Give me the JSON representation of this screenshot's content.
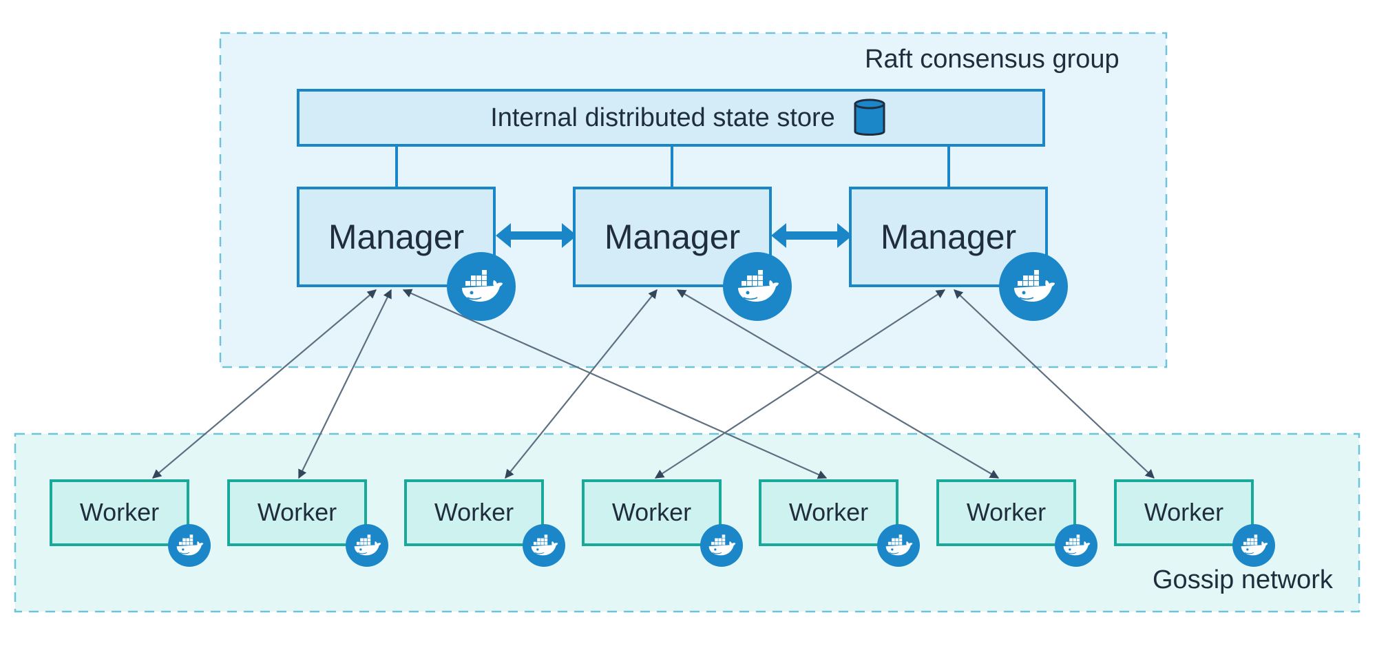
{
  "groups": {
    "raft_label": "Raft consensus group",
    "gossip_label": "Gossip network"
  },
  "state_store": {
    "label": "Internal distributed state store",
    "icon": "database-icon"
  },
  "managers": [
    {
      "label": "Manager",
      "icon": "docker-whale-icon"
    },
    {
      "label": "Manager",
      "icon": "docker-whale-icon"
    },
    {
      "label": "Manager",
      "icon": "docker-whale-icon"
    }
  ],
  "workers": [
    {
      "label": "Worker",
      "icon": "docker-whale-icon"
    },
    {
      "label": "Worker",
      "icon": "docker-whale-icon"
    },
    {
      "label": "Worker",
      "icon": "docker-whale-icon"
    },
    {
      "label": "Worker",
      "icon": "docker-whale-icon"
    },
    {
      "label": "Worker",
      "icon": "docker-whale-icon"
    },
    {
      "label": "Worker",
      "icon": "docker-whale-icon"
    },
    {
      "label": "Worker",
      "icon": "docker-whale-icon"
    }
  ],
  "colors": {
    "manager_fill": "#d3ecf8",
    "manager_border": "#1a85c7",
    "worker_fill": "#cdf2ef",
    "worker_border": "#18a99b",
    "raft_group_fill": "#e6f5fb",
    "gossip_group_fill": "#e3f7f7",
    "docker_blue": "#1b87c9",
    "connector": "#5d6f80"
  }
}
